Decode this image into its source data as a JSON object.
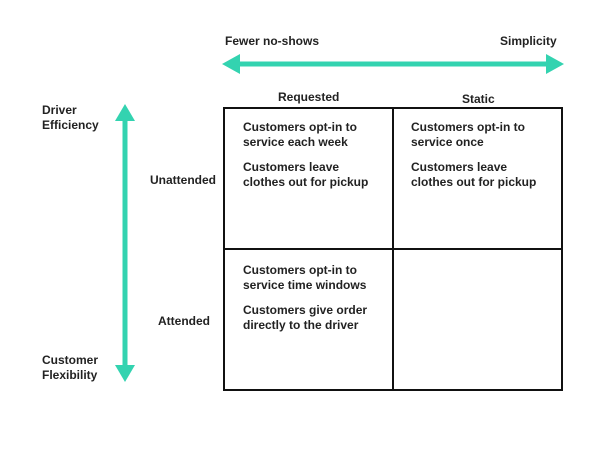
{
  "axes": {
    "horizontal": {
      "left_label": "Fewer no-shows",
      "right_label": "Simplicity"
    },
    "vertical": {
      "top_label": "Driver\nEfficiency",
      "bottom_label": "Customer\nFlexibility"
    },
    "arrow_color": "#33d3b0"
  },
  "matrix": {
    "columns": [
      "Requested",
      "Static"
    ],
    "rows": [
      "Unattended",
      "Attended"
    ],
    "cells": {
      "unattended_requested": [
        "Customers opt-in to\nservice each week",
        "Customers leave\nclothes out for pickup"
      ],
      "unattended_static": [
        "Customers opt-in to\nservice once",
        "Customers leave\nclothes out for pickup"
      ],
      "attended_requested": [
        "Customers opt-in to\nservice time windows",
        "Customers give order\ndirectly to the driver"
      ],
      "attended_static": []
    }
  }
}
